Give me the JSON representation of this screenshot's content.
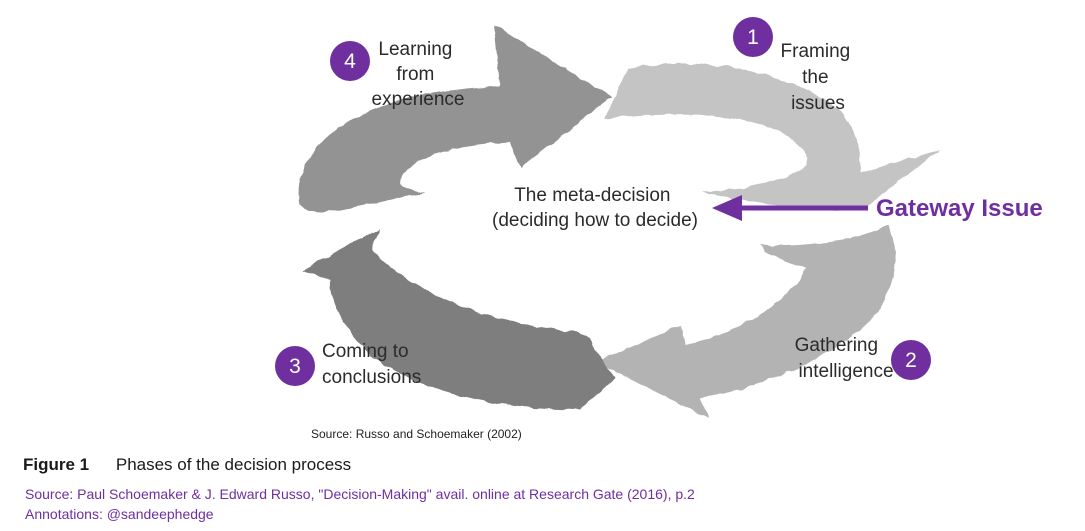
{
  "phases": [
    {
      "number": "1",
      "lines": [
        "Framing",
        "the",
        "issues"
      ]
    },
    {
      "number": "2",
      "lines": [
        "Gathering",
        "intelligence"
      ]
    },
    {
      "number": "3",
      "lines": [
        "Coming to",
        "conclusions"
      ]
    },
    {
      "number": "4",
      "lines": [
        "Learning",
        "from",
        "experience"
      ]
    }
  ],
  "center": {
    "lines": [
      "The meta-decision",
      "(deciding how to decide)"
    ]
  },
  "gateway": {
    "label": "Gateway Issue"
  },
  "diagram_source": "Source: Russo and Schoemaker (2002)",
  "figure": {
    "number": "Figure 1",
    "title": "Phases of the decision process"
  },
  "credits": {
    "source": "Source: Paul Schoemaker & J. Edward Russo, \"Decision-Making\" avail. online at Research Gate (2016), p.2",
    "annotations": "Annotations: @sandeephedge"
  },
  "colors": {
    "accent_purple": "#6f2f9f",
    "arrow_framing": "#c4c4c4",
    "arrow_gathering": "#b3b3b3",
    "arrow_conclusions": "#7e7e7e",
    "arrow_learning": "#939393"
  }
}
